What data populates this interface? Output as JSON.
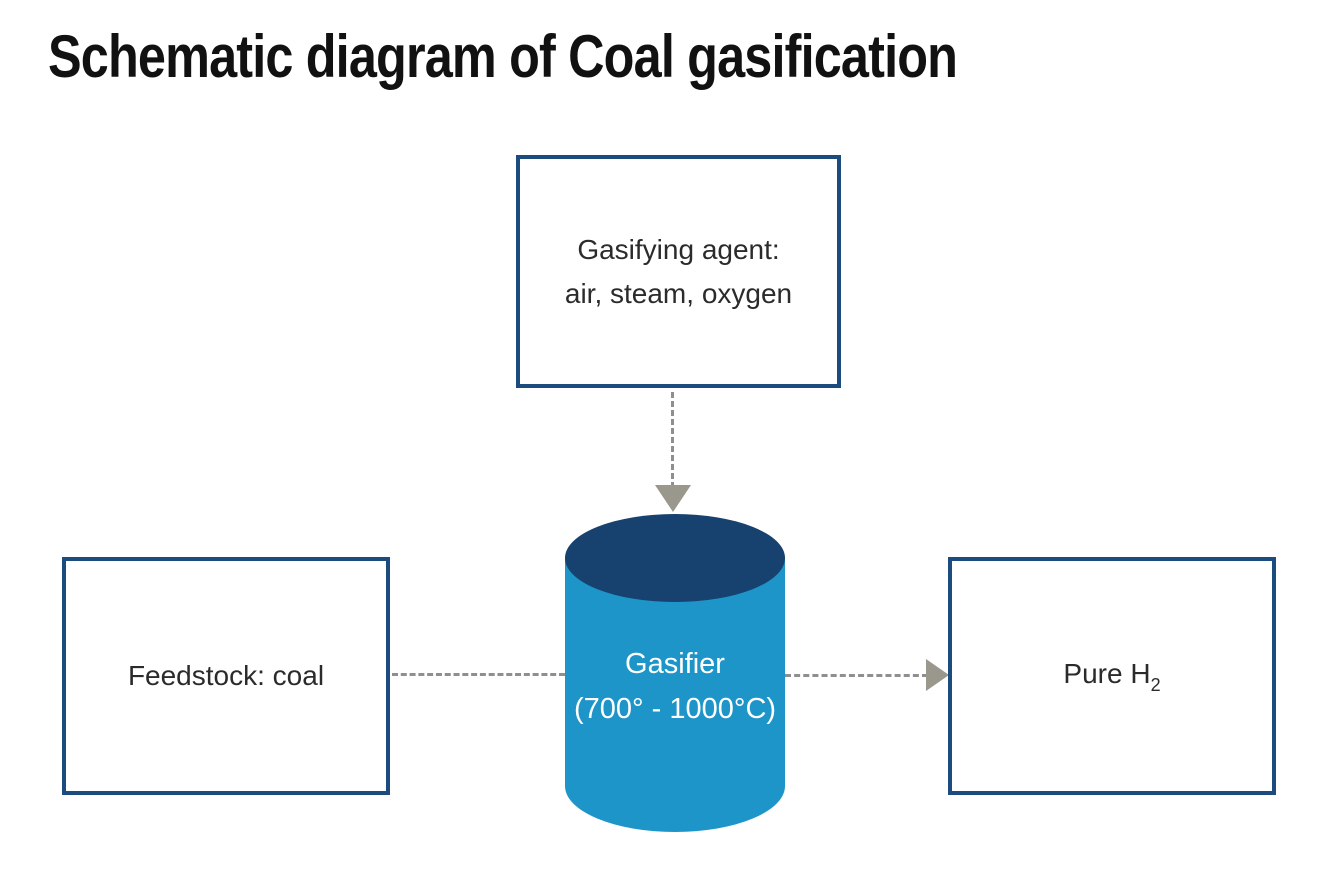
{
  "title": "Schematic diagram of Coal gasification",
  "diagram": {
    "gasifying_agent_box": {
      "line1": "Gasifying agent:",
      "line2": "air, steam, oxygen"
    },
    "feedstock_box": {
      "label": "Feedstock: coal"
    },
    "gasifier": {
      "label": "Gasifier",
      "temperature_range": "(700° - 1000°C)"
    },
    "product_box": {
      "label_base": "Pure H",
      "label_subscript": "2"
    },
    "edges": [
      {
        "from": "gasifying_agent_box",
        "to": "gasifier",
        "style": "dashed",
        "arrowhead": true
      },
      {
        "from": "feedstock_box",
        "to": "gasifier",
        "style": "dashed",
        "arrowhead": false
      },
      {
        "from": "gasifier",
        "to": "product_box",
        "style": "dashed",
        "arrowhead": true
      }
    ]
  },
  "colors": {
    "box_border": "#1c4b7d",
    "cylinder_body": "#1e95c8",
    "cylinder_top": "#17416e",
    "connector_gray": "#8f8f8f",
    "arrow_gray": "#9a978c",
    "title_text": "#111111",
    "box_text": "#2b2b2b"
  }
}
